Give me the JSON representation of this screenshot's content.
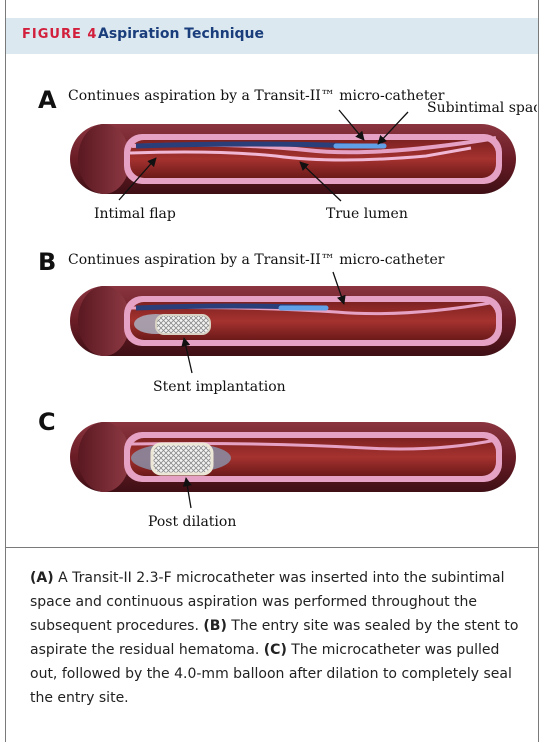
{
  "figure": {
    "label": "FIGURE 4",
    "title": "Aspiration Technique"
  },
  "panels": {
    "a": {
      "letter": "A",
      "title": "Continues aspiration by a Transit-II™ micro-catheter",
      "labels": {
        "subintimal": "Subintimal space",
        "intimal_flap": "Intimal flap",
        "true_lumen": "True lumen"
      }
    },
    "b": {
      "letter": "B",
      "title": "Continues aspiration by a Transit-II™ micro-catheter",
      "labels": {
        "stent": "Stent implantation"
      }
    },
    "c": {
      "letter": "C",
      "labels": {
        "post": "Post dilation"
      }
    }
  },
  "caption": {
    "a_tag": "(A)",
    "a_text": " A Transit-II 2.3-F microcatheter was inserted into the subintimal space and continuous aspiration was performed throughout the subsequent procedures. ",
    "b_tag": "(B)",
    "b_text": " The entry site was sealed by the stent to aspirate the residual hematoma. ",
    "c_tag": "(C)",
    "c_text": " The microcatheter was pulled out, followed by the 4.0-mm balloon after dilation to completely seal the entry site."
  },
  "colors": {
    "figure_label": "#d21f3c",
    "figure_title": "#1a3d7c",
    "header_bg": "#dbe8ef",
    "vessel": "#6e1f26",
    "lumen": "#9e2d2d",
    "intima": "#e7a3c5",
    "catheter": "#4f8ad6"
  }
}
